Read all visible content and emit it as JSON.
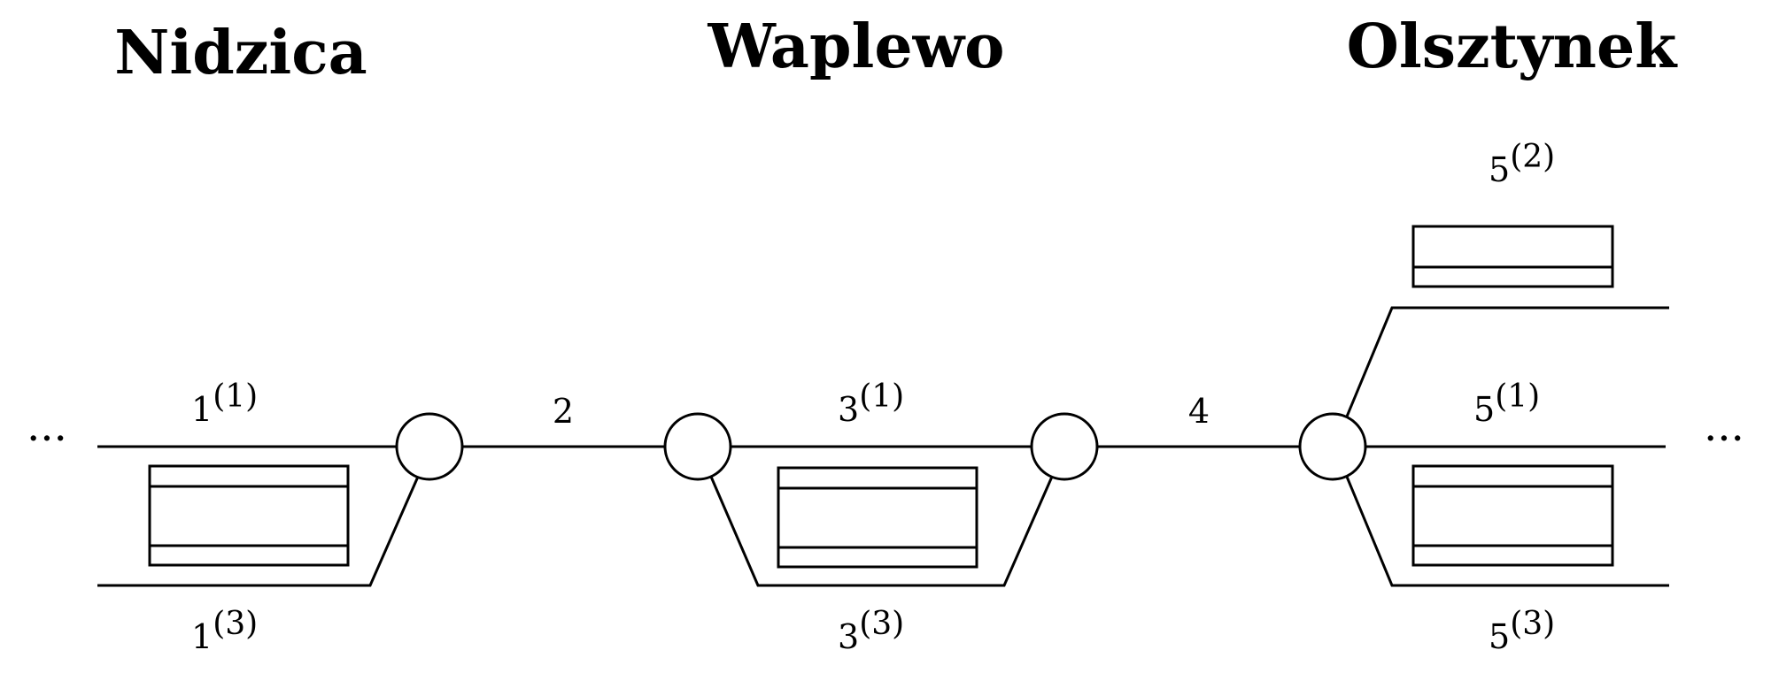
{
  "stations": [
    {
      "name": "Nidzica"
    },
    {
      "name": "Waplewo"
    },
    {
      "name": "Olsztynek"
    }
  ],
  "segments": [
    {
      "id": "n-main",
      "main": "1",
      "sup": "(1)"
    },
    {
      "id": "n-side",
      "main": "1",
      "sup": "(3)"
    },
    {
      "id": "link-2",
      "main": "2",
      "sup": ""
    },
    {
      "id": "w-main",
      "main": "3",
      "sup": "(1)"
    },
    {
      "id": "w-side",
      "main": "3",
      "sup": "(3)"
    },
    {
      "id": "link-4",
      "main": "4",
      "sup": ""
    },
    {
      "id": "o-top",
      "main": "5",
      "sup": "(2)"
    },
    {
      "id": "o-main",
      "main": "5",
      "sup": "(1)"
    },
    {
      "id": "o-side",
      "main": "5",
      "sup": "(3)"
    }
  ],
  "continuation": {
    "left": "···",
    "right": "···"
  }
}
